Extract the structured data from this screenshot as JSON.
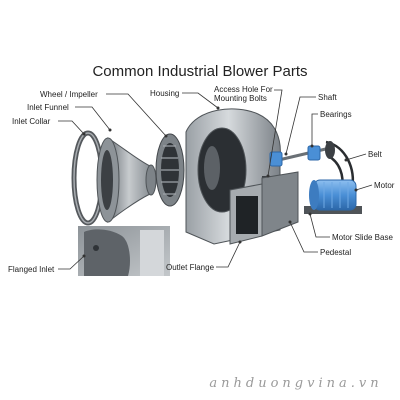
{
  "title": "Common Industrial Blower Parts",
  "labels": {
    "wheel_impeller": "Wheel / Impeller",
    "housing": "Housing",
    "access_hole_line1": "Access Hole For",
    "access_hole_line2": "Mounting Bolts",
    "shaft": "Shaft",
    "inlet_funnel": "Inlet Funnel",
    "bearings": "Bearings",
    "inlet_collar": "Inlet Collar",
    "belt": "Belt",
    "motor": "Motor",
    "motor_slide_base": "Motor Slide Base",
    "pedestal": "Pedestal",
    "outlet_flange": "Outlet Flange",
    "flanged_inlet": "Flanged Inlet"
  },
  "watermark": "anhduongvina.vn",
  "colors": {
    "housing_light": "#c9cdd0",
    "housing_dark": "#5c6166",
    "motor_blue": "#4a8fd6",
    "text": "#222222"
  }
}
